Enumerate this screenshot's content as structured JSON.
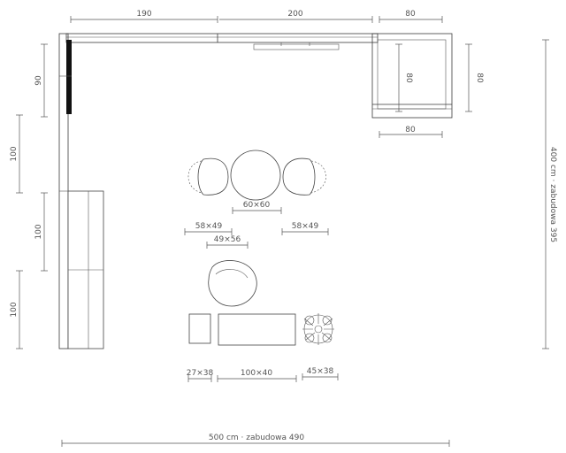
{
  "dimensions": {
    "top_190": "190",
    "top_200": "200",
    "top_80": "80",
    "right_80": "80",
    "inner_80_v": "80",
    "inner_80_h": "80",
    "left_90": "90",
    "left_100_a": "100",
    "left_100_b": "100",
    "left_100_c": "100",
    "table": "60×60",
    "chair_left": "58×49",
    "chair_right": "58×49",
    "armchair": "49×56",
    "side_table": "27×38",
    "coffee_table": "100×40",
    "plant": "45×38",
    "total_height": "400 cm · zabudowa 395",
    "total_width": "500 cm · zabudowa 490"
  }
}
